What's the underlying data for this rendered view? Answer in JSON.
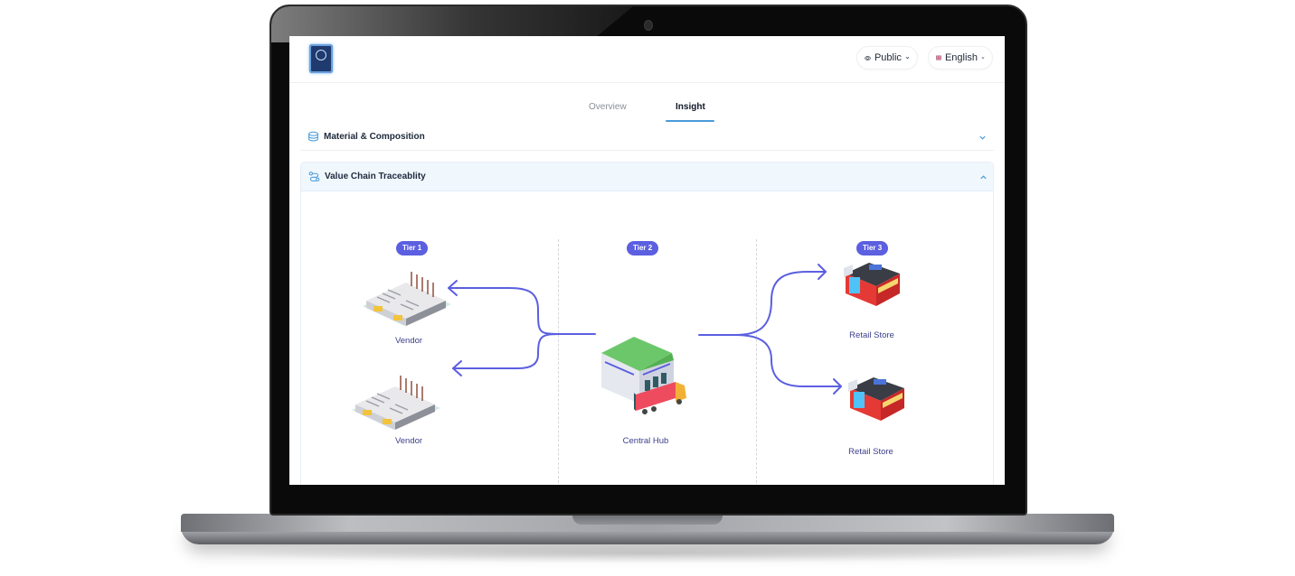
{
  "app": {
    "logo_alt": "Brand logo"
  },
  "header": {
    "visibility": {
      "label": "Public",
      "icon": "eye-icon"
    },
    "language": {
      "label": "English",
      "icon": "uk-flag-icon"
    }
  },
  "tabs": [
    {
      "label": "Overview",
      "active": false
    },
    {
      "label": "Insight",
      "active": true
    }
  ],
  "sections": [
    {
      "title": "Material & Composition",
      "icon": "layers-icon",
      "expanded": false
    },
    {
      "title": "Value Chain Traceablity",
      "icon": "route-icon",
      "expanded": true
    }
  ],
  "value_chain": {
    "tiers": [
      {
        "label": "Tier 1",
        "nodes": [
          {
            "label": "Vendor"
          },
          {
            "label": "Vendor"
          }
        ]
      },
      {
        "label": "Tier 2",
        "nodes": [
          {
            "label": "Central Hub"
          }
        ]
      },
      {
        "label": "Tier 3",
        "nodes": [
          {
            "label": "Retail Store"
          },
          {
            "label": "Retail Store"
          }
        ]
      }
    ]
  },
  "colors": {
    "accent": "#5b5fe0",
    "tab_underline": "#4a9bd8",
    "section_header_bg": "#f0f7fd",
    "label_text": "#3b3f8c"
  }
}
